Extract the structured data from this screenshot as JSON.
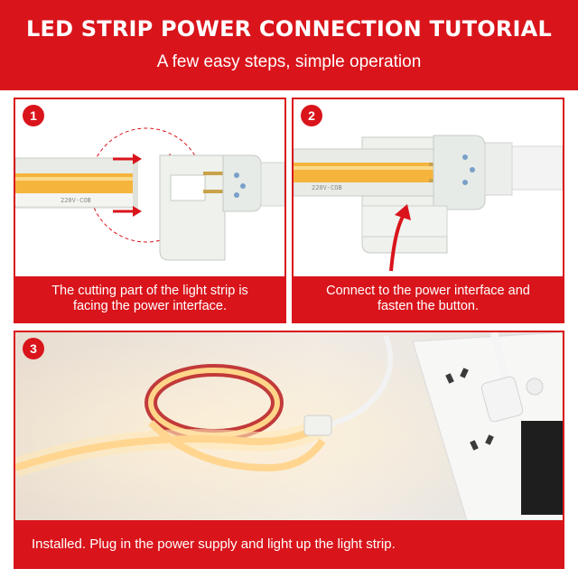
{
  "header": {
    "title": "LED STRIP POWER CONNECTION TUTORIAL",
    "subtitle": "A few easy steps, simple operation"
  },
  "steps": [
    {
      "number": "1",
      "caption_line1": "The cutting part of the light strip is",
      "caption_line2": "facing the power interface."
    },
    {
      "number": "2",
      "caption_line1": "Connect to the power interface and",
      "caption_line2": "fasten the button."
    },
    {
      "number": "3",
      "caption": "Installed. Plug in the power supply and light up the light strip."
    }
  ],
  "colors": {
    "brand": "#d9141b",
    "led": "#f5b43c"
  }
}
